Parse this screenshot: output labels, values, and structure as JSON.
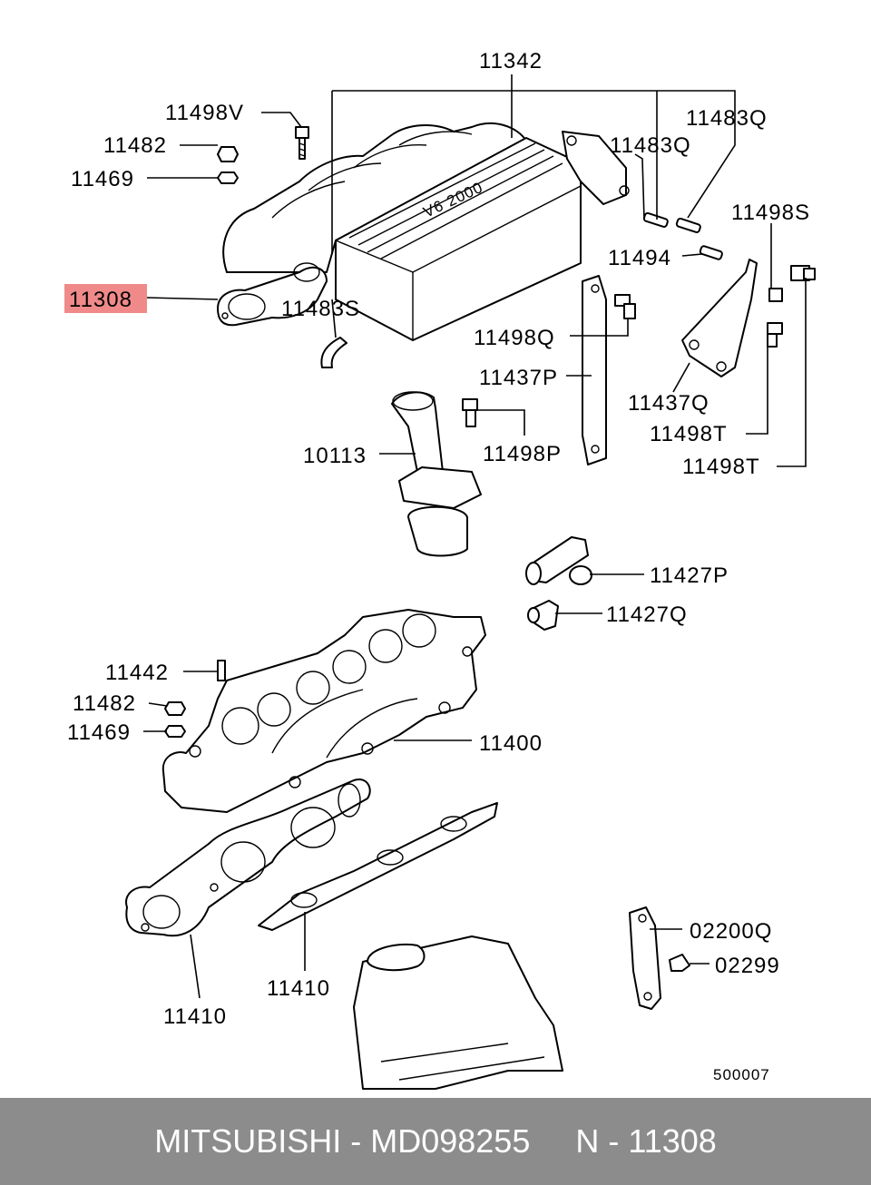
{
  "labels": {
    "p11342": "11342",
    "p11498V": "11498V",
    "p11482_top": "11482",
    "p11469_top": "11469",
    "p11483Q_a": "11483Q",
    "p11483Q_b": "11483Q",
    "p11498S": "11498S",
    "p11494": "11494",
    "p11308": "11308",
    "p11483S": "11483S",
    "p11498Q": "11498Q",
    "p11437P": "11437P",
    "p11437Q": "11437Q",
    "p11498T_a": "11498T",
    "p11498T_b": "11498T",
    "p10113": "10113",
    "p11498P": "11498P",
    "p11427P": "11427P",
    "p11427Q": "11427Q",
    "p11442": "11442",
    "p11482_bot": "11482",
    "p11469_bot": "11469",
    "p11400": "11400",
    "p02200Q": "02200Q",
    "p02299": "02299",
    "p11410_a": "11410",
    "p11410_b": "11410"
  },
  "diagram_code": "500007",
  "highlight_color": "#f08a8a",
  "footer": {
    "text": "MITSUBISHI - MD098255     N - 11308",
    "background": "#8c8c8c"
  }
}
